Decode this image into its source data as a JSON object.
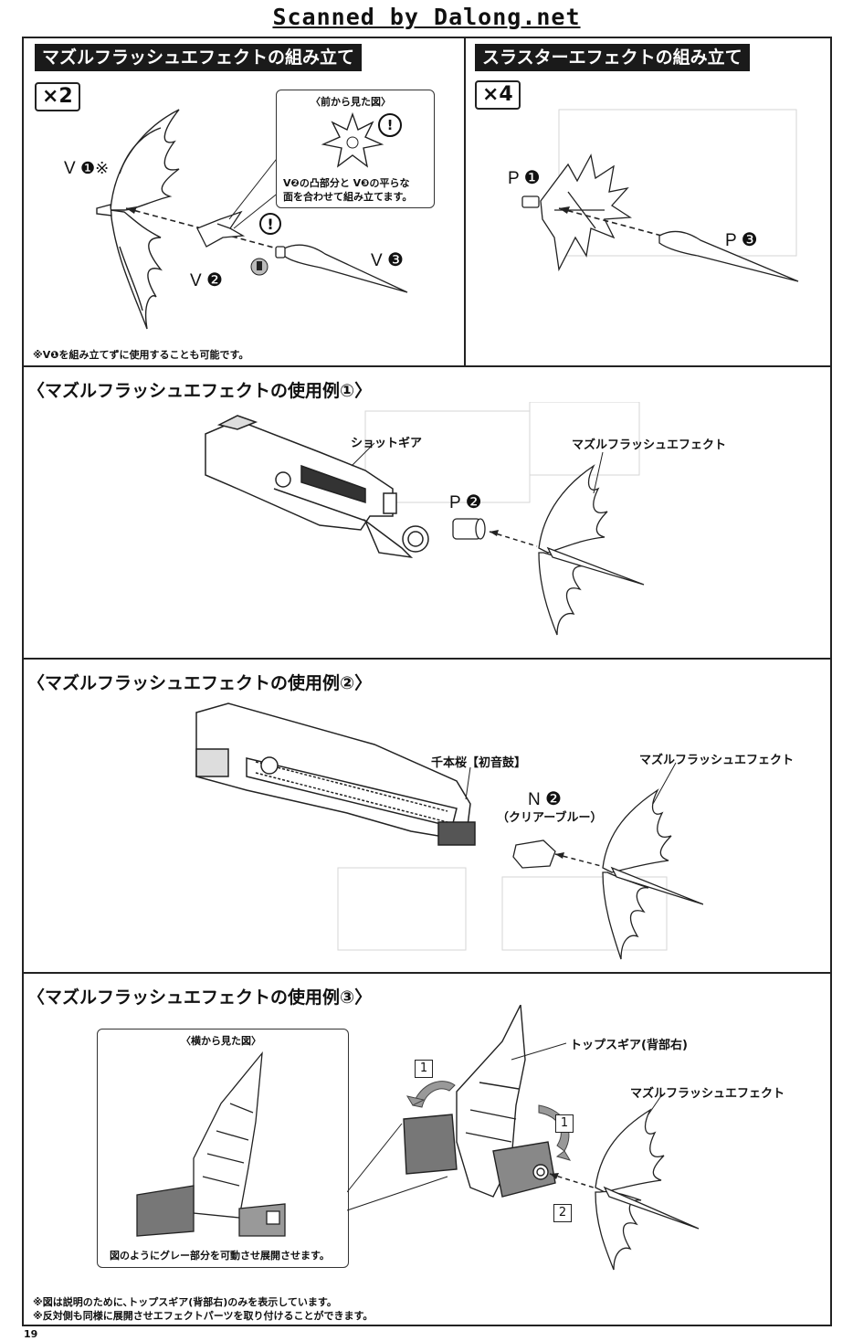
{
  "scan_credit": "Scanned by Dalong.net",
  "page_number": "19",
  "sections": {
    "muzzle_assembly": {
      "title": "マズルフラッシュエフェクトの組み立て",
      "quantity": "×2",
      "front_view_label": "〈前から見た図〉",
      "callout_text_1": "V❷の凸部分と V❸の平らな",
      "callout_text_2": "面を合わせて組み立てます。",
      "part_v1": "V",
      "part_v1_mark": "❶※",
      "part_v2": "V",
      "part_v2_mark": "❷",
      "part_v3": "V",
      "part_v3_mark": "❸",
      "footnote": "※V❶を組み立てずに使用することも可能です。"
    },
    "thruster_assembly": {
      "title": "スラスターエフェクトの組み立て",
      "quantity": "×4",
      "part_p1": "P",
      "part_p1_mark": "❶",
      "part_p3": "P",
      "part_p3_mark": "❸"
    },
    "example1": {
      "title": "〈マズルフラッシュエフェクトの使用例①〉",
      "shot_gear": "ショットギア",
      "effect": "マズルフラッシュエフェクト",
      "part_p2": "P",
      "part_p2_mark": "❷"
    },
    "example2": {
      "title": "〈マズルフラッシュエフェクトの使用例②〉",
      "weapon": "千本桜【初音鼓】",
      "effect": "マズルフラッシュエフェクト",
      "part_n2": "N",
      "part_n2_mark": "❷",
      "clear_blue": "（クリアーブルー）"
    },
    "example3": {
      "title": "〈マズルフラッシュエフェクトの使用例③〉",
      "side_view_label": "〈横から見た図〉",
      "side_view_caption": "図のようにグレー部分を可動させ展開させます。",
      "tops_gear": "トップスギア(背部右)",
      "effect": "マズルフラッシュエフェクト",
      "step1": "1",
      "step2": "2",
      "note1": "※図は説明のために､トップスギア(背部右)のみを表示しています。",
      "note2": "※反対側も同様に展開させエフェクトパーツを取り付けることができます。"
    }
  }
}
